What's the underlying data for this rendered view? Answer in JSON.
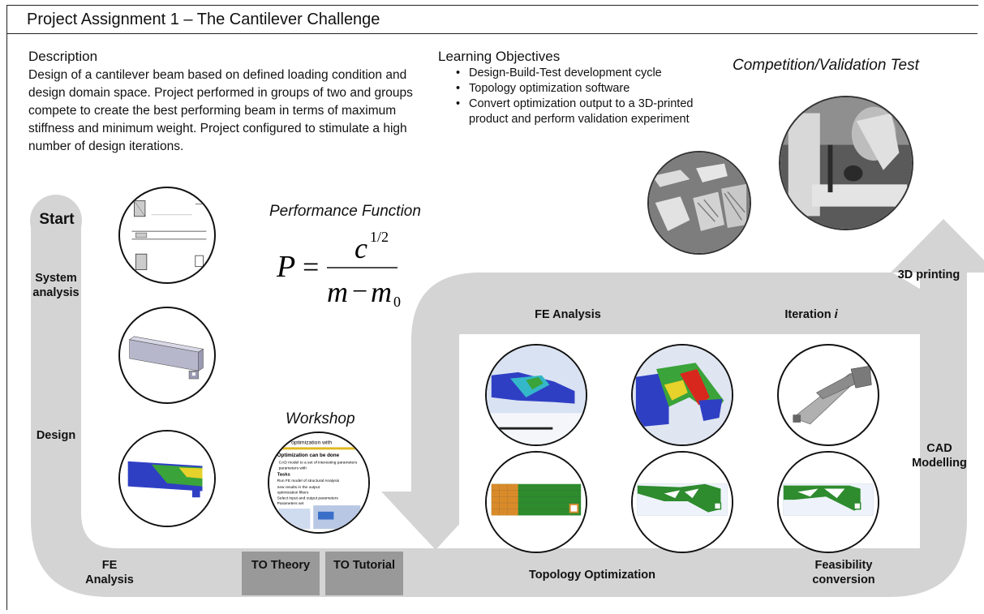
{
  "title": "Project Assignment 1 – The Cantilever Challenge",
  "description": {
    "heading": "Description",
    "body": "Design of a cantilever beam based on defined loading condition and design domain space. Project performed in groups of two and groups compete to create the best performing beam in terms of maximum stiffness and minimum weight. Project configured to stimulate a high number of design iterations."
  },
  "learning": {
    "heading": "Learning Objectives",
    "items": [
      "Design-Build-Test development cycle",
      "Topology optimization software",
      "Convert optimization output to a 3D-printed product and perform validation experiment"
    ]
  },
  "competition": {
    "heading": "Competition/Validation Test"
  },
  "performance": {
    "heading": "Performance Function",
    "formula_lhs": "P",
    "numerator": "c",
    "exponent": "1/2",
    "denominator_m": "m",
    "denominator_m0": "m",
    "subscript": "0"
  },
  "workshop": {
    "heading": "Workshop",
    "slide_lines": [
      "optimization with",
      "Optimization can be done",
      "CAD model to a set of interesting parameters",
      "parameters with",
      "Tasks",
      "Run FE model of structural Analysis",
      "new results in the output",
      "optimization filters",
      "Select input and output parameters",
      "Parameters set"
    ]
  },
  "flow": {
    "start": "Start",
    "system_analysis": "System analysis",
    "design": "Design",
    "fe_analysis_left": "FE Analysis",
    "to_theory": "TO Theory",
    "to_tutorial": "TO Tutorial",
    "topology_optimization": "Topology Optimization",
    "feasibility": "Feasibility conversion",
    "cad_modelling": "CAD Modelling",
    "three_d_printing": "3D printing",
    "fe_analysis_top": "FE Analysis",
    "iteration": "Iteration",
    "iteration_var": "i"
  },
  "colors": {
    "arrow_gray": "#d4d4d4",
    "box_gray": "#999999",
    "fe_blue": "#2f3fc4",
    "fe_green": "#3aa33a",
    "fe_red": "#d8281e",
    "to_green": "#2e8b2e",
    "to_orange": "#d98b2a"
  },
  "icons": [
    "drawing-icon",
    "beam-cad-icon",
    "fe-beam-icon",
    "workshop-slide-icon",
    "fe-result-icon",
    "topology-result-icon",
    "cad-model-icon",
    "printed-beams-photo",
    "test-rig-photo"
  ]
}
